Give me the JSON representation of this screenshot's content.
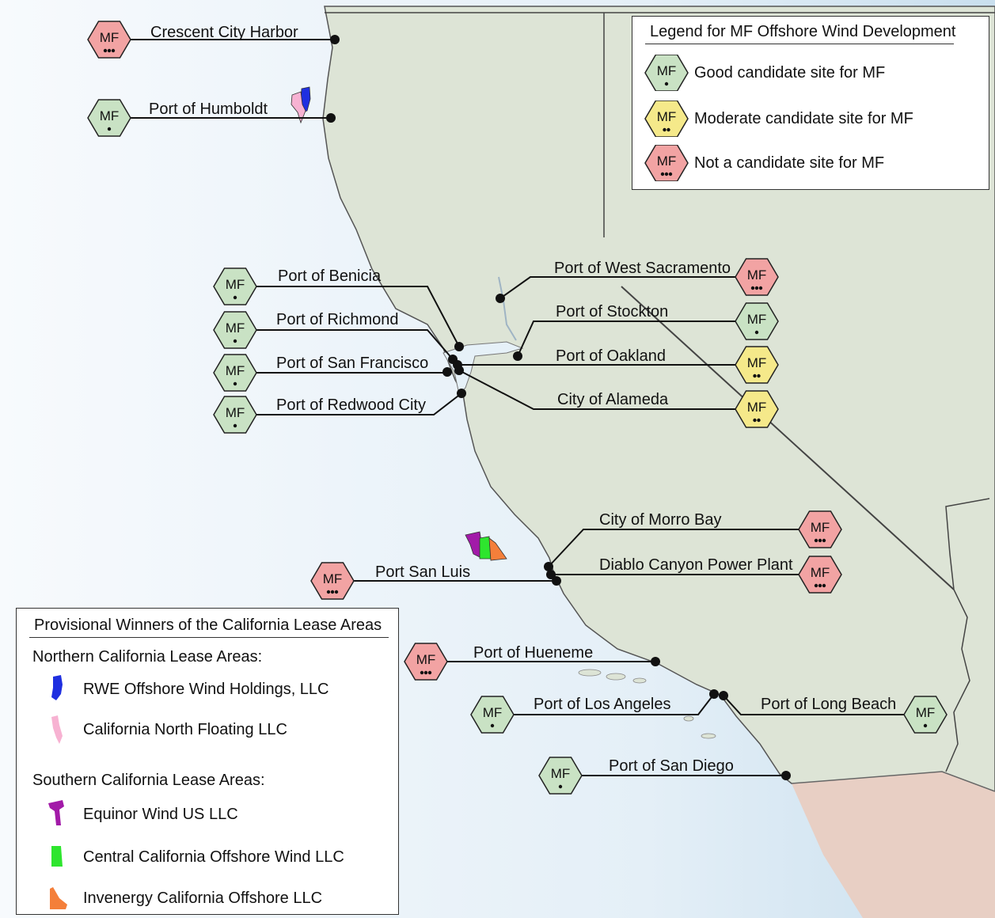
{
  "colors": {
    "ocean": "#e6f1f8",
    "land": "#dde4d6",
    "mexico": "#e8cfc4",
    "good": "#c9e2c4",
    "moderate": "#f5e98a",
    "not": "#f2a3a3",
    "rwe": "#1f2fe0",
    "cnf": "#f7b2d2",
    "equinor": "#a21aa8",
    "ccow": "#2ee52e",
    "invenergy": "#f47f3a"
  },
  "hex_label": "MF",
  "ports": [
    {
      "id": "crescent-city-harbor",
      "name": "Crescent City Harbor",
      "rating": "not"
    },
    {
      "id": "port-of-humboldt",
      "name": "Port of Humboldt",
      "rating": "good"
    },
    {
      "id": "port-of-benicia",
      "name": "Port of Benicia",
      "rating": "good"
    },
    {
      "id": "port-of-richmond",
      "name": "Port of Richmond",
      "rating": "good"
    },
    {
      "id": "port-of-san-francisco",
      "name": "Port of San Francisco",
      "rating": "good"
    },
    {
      "id": "port-of-redwood-city",
      "name": "Port of Redwood City",
      "rating": "good"
    },
    {
      "id": "port-of-west-sacramento",
      "name": "Port of West Sacramento",
      "rating": "not"
    },
    {
      "id": "port-of-stockton",
      "name": "Port of Stockton",
      "rating": "good"
    },
    {
      "id": "port-of-oakland",
      "name": "Port of Oakland",
      "rating": "moderate"
    },
    {
      "id": "city-of-alameda",
      "name": "City of Alameda",
      "rating": "moderate"
    },
    {
      "id": "city-of-morro-bay",
      "name": "City of Morro Bay",
      "rating": "not"
    },
    {
      "id": "diablo-canyon-power-plant",
      "name": "Diablo Canyon Power Plant",
      "rating": "not"
    },
    {
      "id": "port-san-luis",
      "name": "Port San Luis",
      "rating": "not"
    },
    {
      "id": "port-of-hueneme",
      "name": "Port of Hueneme",
      "rating": "not"
    },
    {
      "id": "port-of-los-angeles",
      "name": "Port of Los Angeles",
      "rating": "good"
    },
    {
      "id": "port-of-long-beach",
      "name": "Port of Long Beach",
      "rating": "good"
    },
    {
      "id": "port-of-san-diego",
      "name": "Port of San Diego",
      "rating": "good"
    }
  ],
  "mf_legend": {
    "title": "Legend for MF Offshore Wind Development",
    "items": [
      {
        "rating": "good",
        "label": "Good candidate site for MF"
      },
      {
        "rating": "moderate",
        "label": "Moderate candidate site for MF"
      },
      {
        "rating": "not",
        "label": "Not a candidate site for MF"
      }
    ]
  },
  "lease_legend": {
    "title": "Provisional Winners of the California Lease Areas",
    "northern_heading": "Northern California Lease Areas:",
    "northern": [
      {
        "id": "rwe",
        "label": "RWE Offshore Wind Holdings, LLC"
      },
      {
        "id": "cnf",
        "label": "California North Floating LLC"
      }
    ],
    "southern_heading": "Southern California Lease Areas:",
    "southern": [
      {
        "id": "equinor",
        "label": "Equinor Wind US LLC"
      },
      {
        "id": "ccow",
        "label": "Central California Offshore Wind LLC"
      },
      {
        "id": "invenergy",
        "label": "Invenergy California Offshore LLC"
      }
    ]
  }
}
